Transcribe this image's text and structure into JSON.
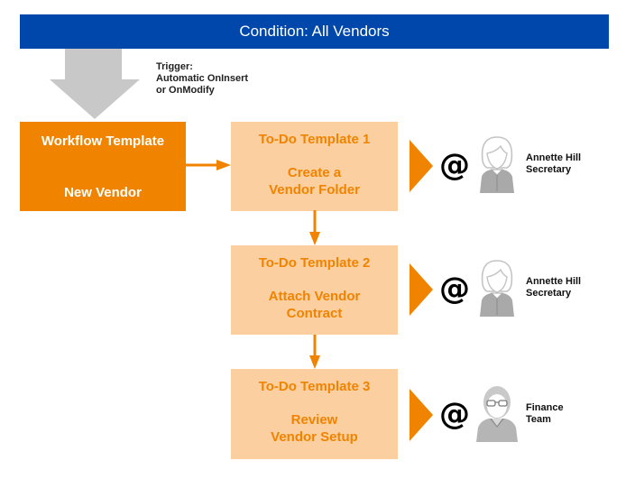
{
  "condition": {
    "label": "Condition: All Vendors"
  },
  "trigger": {
    "lines": [
      "Trigger:",
      "Automatic OnInsert",
      "or OnModify"
    ]
  },
  "workflow": {
    "title": "Workflow Template",
    "name": "New Vendor"
  },
  "todos": [
    {
      "title": "To-Do Template 1",
      "desc_lines": [
        "Create a",
        "Vendor Folder"
      ],
      "assignee": {
        "icon": "person-woman-icon",
        "lines": [
          "Annette Hill",
          "Secretary"
        ]
      }
    },
    {
      "title": "To-Do Template 2",
      "desc_lines": [
        "Attach Vendor",
        "Contract"
      ],
      "assignee": {
        "icon": "person-woman-icon",
        "lines": [
          "Annette Hill",
          "Secretary"
        ]
      }
    },
    {
      "title": "To-Do Template 3",
      "desc_lines": [
        "Review",
        "Vendor Setup"
      ],
      "assignee": {
        "icon": "person-man-glasses-icon",
        "lines": [
          "Finance",
          "Team"
        ]
      }
    }
  ],
  "notify_symbol": "@",
  "colors": {
    "condition_bar": "#0047AB",
    "workflow_box": "#F08300",
    "todo_box": "#FBCFA0",
    "todo_text": "#F08300",
    "arrow": "#F08300",
    "trigger_arrow": "#C8C8C8"
  }
}
